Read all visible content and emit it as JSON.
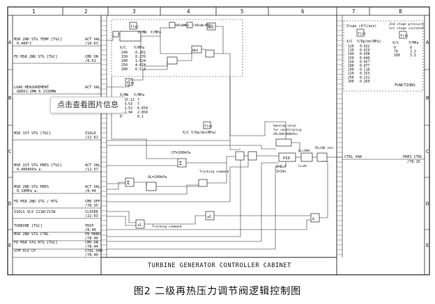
{
  "frame": {
    "col_numbers": [
      "1",
      "2",
      "3",
      "4",
      "5",
      "6",
      "7",
      "8"
    ],
    "row_letters": [
      "A",
      "B",
      "C",
      "D",
      "E"
    ]
  },
  "signals": [
    {
      "name": "MSR 2ND STG TEMP [TGC]",
      "sub": "0.400°C",
      "type": "ACT VAL",
      "value": "/10.63"
    },
    {
      "name": "FD MSR 2ND STG [TGC]",
      "sub": "",
      "type": "CMD ON",
      "value": "/8.61"
    },
    {
      "name": "LOAD MEASUREMENT",
      "sub": "GRED1:2MW 0.1330MW",
      "type": "ACT VAL",
      "value": ""
    },
    {
      "name": "MSR 1ST STG [TGC]",
      "sub": "",
      "type": "ISOLD",
      "value": "/22.61"
    },
    {
      "name": "MSR 1ST STG PRES [TGC]",
      "sub": "0.4000kPa a.",
      "type": "ACT VAL",
      "value": "/12.57"
    },
    {
      "name": "MSR 2ND STG PRES",
      "sub": "0.10MPa a.",
      "type": "ACT VAL",
      "value": "/8.44"
    },
    {
      "name": "FD MSR 2ND STG / HTG",
      "sub": "",
      "type": "CMD OFF",
      "value": "/78.35"
    },
    {
      "name": "ISOLG VLV 111W/211W",
      "sub": "",
      "type": "CLOSED",
      "value": "/22.63"
    },
    {
      "name": "TURBINE [TGC]",
      "sub": "",
      "type": "TRIP",
      "value": "/8.40"
    },
    {
      "name": "MSR 2ND STG CTRL",
      "sub": "",
      "type": "FB MANU",
      "value": "/78.40"
    },
    {
      "name": "FD MSR STG HTG [TGC]",
      "sub": "",
      "type": "CMD ON",
      "value": "/78.44"
    },
    {
      "name": "STM VLV CP",
      "sub": "",
      "type": "CTRL VAR",
      "value": "/78.40"
    }
  ],
  "func_table_top": {
    "header_x": "X/C",
    "header_y": "Y/MPa",
    "box_label": "f(x)",
    "x": [
      "100",
      "150",
      "200",
      "250",
      "280"
    ],
    "y": [
      "0.201",
      "0.276",
      "1.624",
      "4.074",
      "6.513"
    ]
  },
  "func_table_mid": {
    "header_x": "X/MW",
    "header_y": "Y/MPa",
    "x": [
      "1087.12",
      "969.53",
      "734.52",
      "276.94",
      "0"
    ],
    "y": [
      "7",
      "7",
      "6.654",
      "2.850",
      "0.1"
    ],
    "footer": "X/C  Y/Dp/mn(MPa)"
  },
  "top_labels": {
    "cf_a": "CF=1MPa",
    "cf_b": "CF=0.7MPa",
    "max_a": "MAX",
    "max_b": "MAX",
    "xmw": "X/MW",
    "ympa": "Y/MPa"
  },
  "blocks": {
    "cf_mid": "CF=100kPa",
    "ul": "UL=100kPa",
    "tracking1": "Tracking command",
    "tracking2": "Tracking command",
    "opening": "Opening value",
    "for_cond": "for conditioning",
    "cm": "CM=100(900kPa)",
    "pid": "PID",
    "p_gain": "P=0.7",
    "ti": "I=14s",
    "ul_pct": "UL=100%",
    "ll_pct": "LL=0%",
    "pd": "PD=100 /min"
  },
  "right_panel": {
    "title_a": "Slope (4°C/min)",
    "title_b": "2nd stage pressure",
    "title_c": "1st stage isolated",
    "hdr_a_x": "X/C",
    "hdr_a_y": "Y/Dp/mn(MPa)",
    "hdr_b_x": "X/%",
    "hdr_b_y": "Y/MPa",
    "left_x": [
      "120",
      "130",
      "140",
      "150",
      "160",
      "180",
      "200",
      "220",
      "250",
      "300"
    ],
    "left_y": [
      "0.022",
      "0.029",
      "0.038",
      "0.046",
      "0.057",
      "0.077",
      "0.110",
      "0.153",
      "0.221",
      "0.369"
    ],
    "right_x": [
      "0",
      "70",
      "100"
    ],
    "right_y": [
      "0",
      "3.3",
      "3.3"
    ],
    "functions": "FUNCTIONS"
  },
  "output": {
    "left": "CTRL VAR",
    "right": "PRES CTRL",
    "value": "/78.15"
  },
  "cabinet_title": "TURBINE GENERATOR CONTROLLER CABINET",
  "overlay_button": "点击查看图片信息",
  "caption": "图2 二级再热压力调节阀逻辑控制图"
}
